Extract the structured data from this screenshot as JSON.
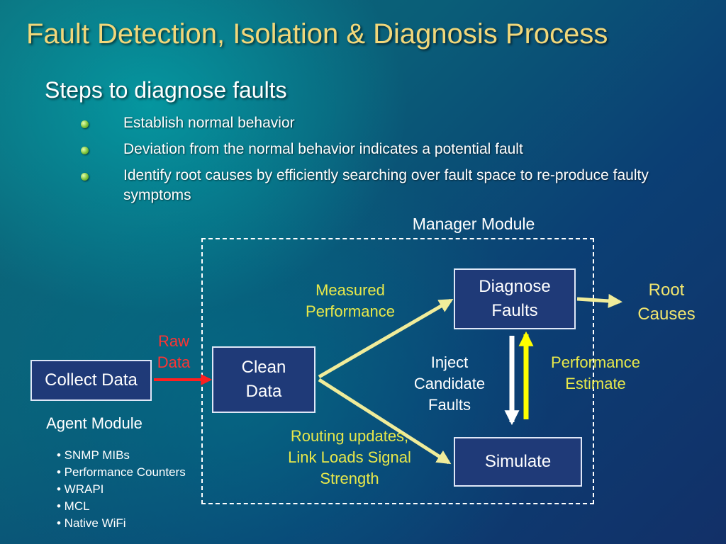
{
  "title": "Fault Detection, Isolation & Diagnosis Process",
  "subtitle": "Steps to diagnose faults",
  "bullets": [
    "Establish normal behavior",
    "Deviation from the normal behavior indicates a potential fault",
    "Identify root causes by efficiently searching over fault space to re-produce faulty symptoms"
  ],
  "diagram": {
    "manager_module_label": "Manager Module",
    "agent_module_label": "Agent Module",
    "boxes": {
      "collect_data": "Collect Data",
      "clean_data": "Clean Data",
      "diagnose_faults": "Diagnose Faults",
      "simulate": "Simulate"
    },
    "labels": {
      "raw_data": "Raw Data",
      "measured_performance": "Measured Performance",
      "root_causes": "Root Causes",
      "inject_candidate_faults": "Inject Candidate Faults",
      "performance_estimate": "Performance Estimate",
      "routing_updates": "Routing updates, Link Loads Signal Strength"
    },
    "agent_items": [
      "• SNMP MIBs",
      "• Performance Counters",
      "• WRAPI",
      "• MCL",
      "• Native WiFi"
    ],
    "colors": {
      "title": "#f1d77a",
      "yellow_label": "#e8e84a",
      "red_label": "#ff3333",
      "arrow_yellow": "#f0ec9a",
      "arrow_bright_yellow": "#ffff00",
      "arrow_red": "#ff2020",
      "box_fill": "#1f3a78"
    }
  }
}
